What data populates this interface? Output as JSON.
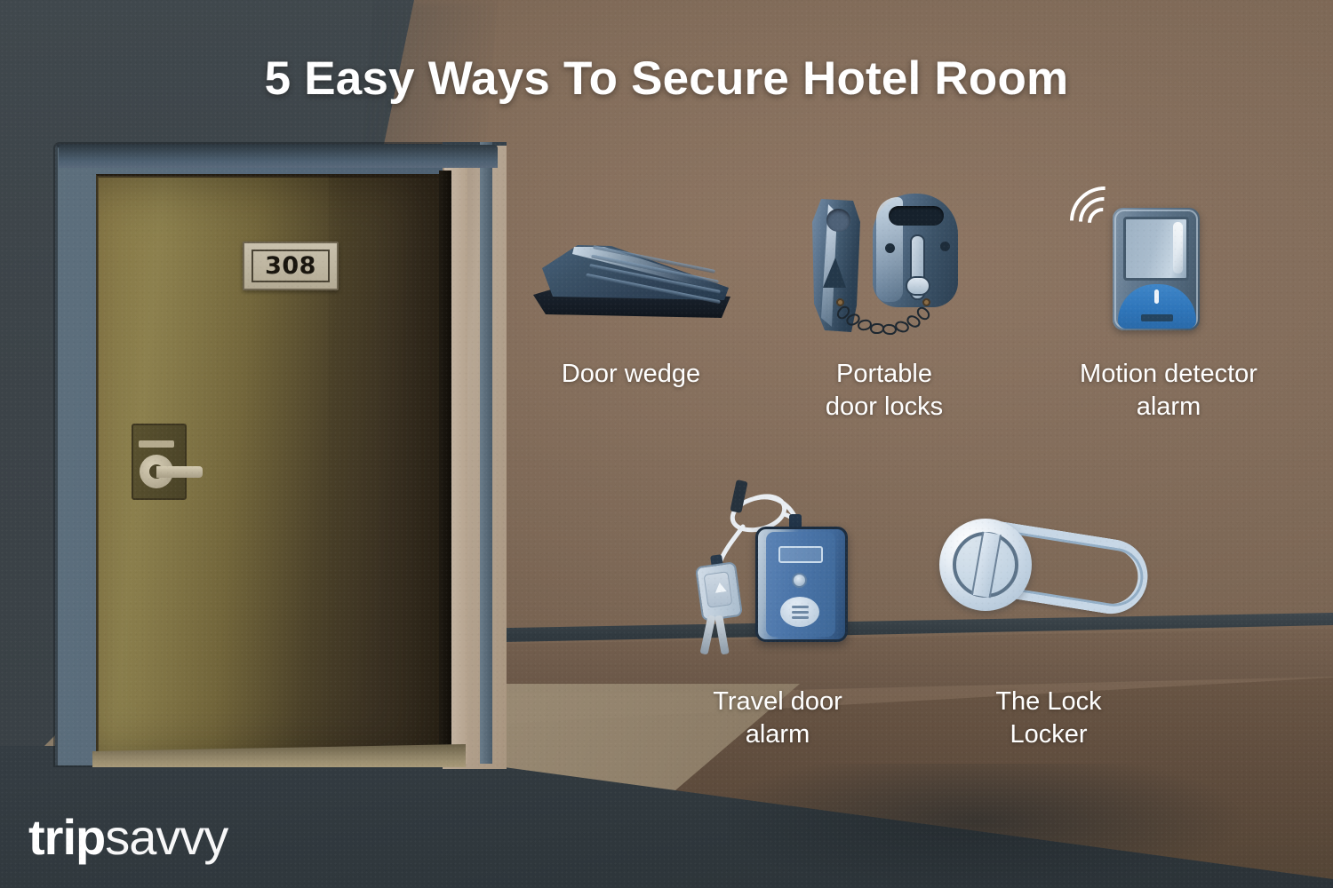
{
  "title": "5 Easy Ways To Secure Hotel Room",
  "door": {
    "room_number": "308",
    "handle_name": "door-lever-handle"
  },
  "items": [
    {
      "id": "door-wedge",
      "label": "Door wedge",
      "icon": "door-wedge-icon"
    },
    {
      "id": "portable-locks",
      "label": "Portable\ndoor locks",
      "icon": "portable-door-lock-icon"
    },
    {
      "id": "motion-detector",
      "label": "Motion detector\nalarm",
      "icon": "motion-detector-icon"
    },
    {
      "id": "travel-alarm",
      "label": "Travel door\nalarm",
      "icon": "travel-door-alarm-icon"
    },
    {
      "id": "lock-locker",
      "label": "The Lock\nLocker",
      "icon": "lock-locker-icon"
    }
  ],
  "logo": {
    "bold": "trip",
    "thin": "savvy"
  },
  "colors": {
    "wall_warm": "#7a6453",
    "wall_shadow": "#3c4348",
    "door_panel": "#6e6238",
    "frame_blue": "#55687a",
    "frame_taupe": "#b7a794",
    "accent_blue": "#3f86c8",
    "metal_blue": "#53697f",
    "text_white": "#ffffff",
    "floor_dark": "#2e363b",
    "floor_lit": "#a3957d"
  }
}
